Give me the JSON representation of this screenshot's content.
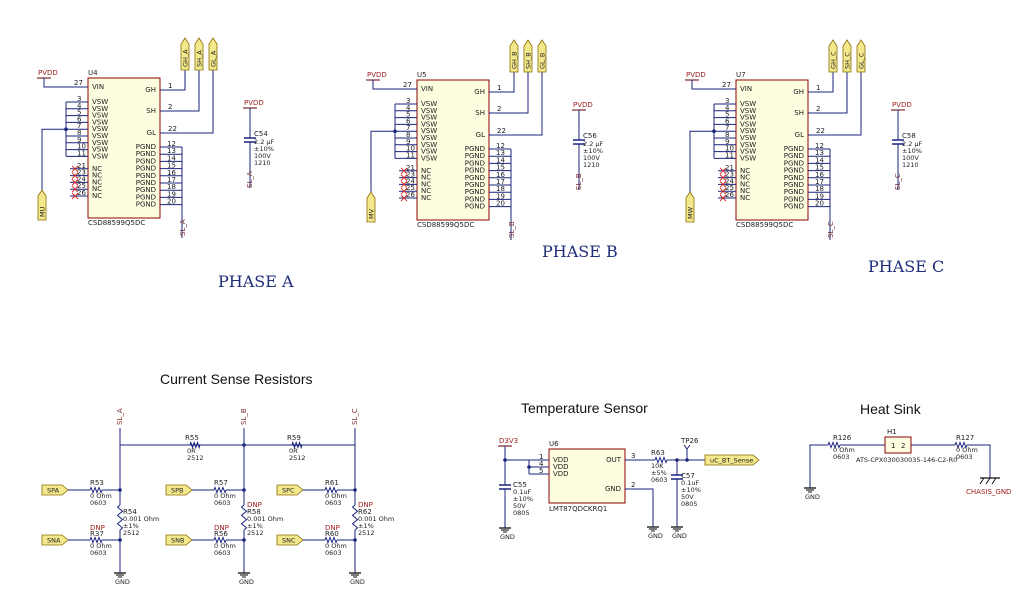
{
  "phases": [
    {
      "ref": "U4",
      "part": "CSD88599Q5DC",
      "phase_label": "PHASE A",
      "cap": {
        "ref": "C54",
        "value": "2.2 µF",
        "tol": "±10%",
        "volt": "100V",
        "pkg": "1210"
      },
      "supply": "PVDD",
      "gnd_net": "SL_A",
      "mid_net": "MU",
      "flags": [
        "GH_A",
        "SH_A",
        "GL_A"
      ]
    },
    {
      "ref": "U5",
      "part": "CSD88599Q5DC",
      "phase_label": "PHASE B",
      "cap": {
        "ref": "C56",
        "value": "2.2 µF",
        "tol": "±10%",
        "volt": "100V",
        "pkg": "1210"
      },
      "supply": "PVDD",
      "gnd_net": "SL_B",
      "mid_net": "MV",
      "flags": [
        "GH_B",
        "SH_B",
        "GL_B"
      ]
    },
    {
      "ref": "U7",
      "part": "CSD88599Q5DC",
      "phase_label": "PHASE C",
      "cap": {
        "ref": "C58",
        "value": "2.2 µF",
        "tol": "±10%",
        "volt": "100V",
        "pkg": "1210"
      },
      "supply": "PVDD",
      "gnd_net": "SL_C",
      "mid_net": "MW",
      "flags": [
        "GH_C",
        "SH_C",
        "GL_C"
      ]
    }
  ],
  "ic_pins": {
    "vin": "VIN",
    "vin_num": "27",
    "vsw": "VSW",
    "vsw_nums": [
      "3",
      "4",
      "5",
      "6",
      "7",
      "8",
      "9",
      "10",
      "11"
    ],
    "nc": "NC",
    "nc_nums": [
      "21",
      "23",
      "24",
      "25",
      "26"
    ],
    "gh": "GH",
    "gh_num": "1",
    "sh": "SH",
    "sh_num": "2",
    "gl": "GL",
    "gl_num": "22",
    "pgnd": "PGND",
    "pgnd_nums": [
      "12",
      "13",
      "14",
      "15",
      "16",
      "17",
      "18",
      "19",
      "20"
    ]
  },
  "current_sense": {
    "title": "Current Sense Resistors",
    "nets": [
      "SL_A",
      "SL_B",
      "SL_C"
    ],
    "shunts": [
      {
        "ref": "R55",
        "value": "0R",
        "pkg": "2512"
      },
      {
        "ref": "R59",
        "value": "0R",
        "pkg": "2512"
      }
    ],
    "groups": [
      {
        "top_in": "SPA",
        "bot_in": "SNA",
        "top_r": {
          "ref": "R53",
          "val": "0 Ohm",
          "pkg": "0603"
        },
        "bot_r": {
          "ref": "R37",
          "val": "0 Ohm",
          "pkg": "0603",
          "dnp": "DNP"
        },
        "sense": {
          "ref": "R54",
          "val": "0.001 Ohm",
          "tol": "±1%",
          "pkg": "2512",
          "dnp": ""
        },
        "gnd": "GND"
      },
      {
        "top_in": "SPB",
        "bot_in": "SNB",
        "top_r": {
          "ref": "R57",
          "val": "0 Ohm",
          "pkg": "0603"
        },
        "bot_r": {
          "ref": "R56",
          "val": "0 Ohm",
          "pkg": "0603",
          "dnp": "DNP"
        },
        "sense": {
          "ref": "R58",
          "val": "0.001 Ohm",
          "tol": "±1%",
          "pkg": "2512",
          "dnp": "DNP"
        },
        "gnd": "GND"
      },
      {
        "top_in": "SPC",
        "bot_in": "SNC",
        "top_r": {
          "ref": "R61",
          "val": "0 Ohm",
          "pkg": "0603"
        },
        "bot_r": {
          "ref": "R60",
          "val": "0 Ohm",
          "pkg": "0603",
          "dnp": "DNP"
        },
        "sense": {
          "ref": "R62",
          "val": "0.001 Ohm",
          "tol": "±1%",
          "pkg": "2512",
          "dnp": "DNP"
        },
        "gnd": "GND"
      }
    ]
  },
  "temperature": {
    "title": "Temperature Sensor",
    "supply": "D3V3",
    "ic": {
      "ref": "U6",
      "part": "LMT87QDCKRQ1",
      "vdd": "VDD",
      "out": "OUT",
      "gnd": "GND",
      "pins": [
        "1",
        "4",
        "5",
        "3",
        "2"
      ]
    },
    "c1": {
      "ref": "C55",
      "value": "0.1uF",
      "tol": "±10%",
      "volt": "50V",
      "pkg": "0805"
    },
    "r": {
      "ref": "R63",
      "value": "10K",
      "tol": "±5%",
      "pkg": "0603"
    },
    "tp": "TP26",
    "c2": {
      "ref": "C57",
      "value": "0.1uF",
      "tol": "±10%",
      "volt": "50V",
      "pkg": "0805"
    },
    "out_net": "uC_BT_Sense",
    "gnd": "GND"
  },
  "heat_sink": {
    "title": "Heat Sink",
    "h": {
      "ref": "H1",
      "part": "ATS-CPX030030035-146-C2-R0",
      "pin1": "1",
      "pin2": "2"
    },
    "r_left": {
      "ref": "R126",
      "value": "0 Ohm",
      "pkg": "0603"
    },
    "r_right": {
      "ref": "R127",
      "value": "0 Ohm",
      "pkg": "0603"
    },
    "gnd": "GND",
    "chassis": "CHASIS_GND"
  },
  "colors": {
    "wire": "#1a237e",
    "body": "#fffde0",
    "body_stroke": "#8b0000",
    "flag": "#f3e88c",
    "phase_text": "#1f2d7a",
    "nc_x": "#d32f2f"
  }
}
